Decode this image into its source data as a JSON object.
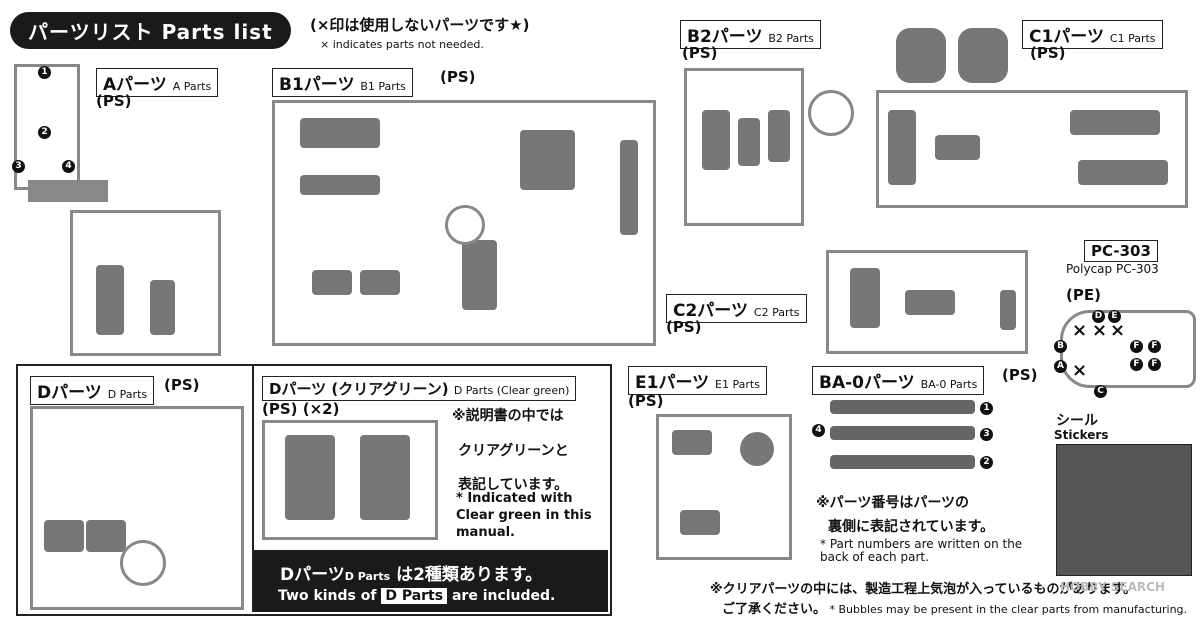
{
  "header": {
    "title": "パーツリスト Parts list",
    "note_jp": "(×印は使用しないパーツです★)",
    "note_en": "× indicates parts not needed."
  },
  "sections": {
    "a": {
      "label": "Aパーツ",
      "sub": "A Parts",
      "material": "(PS)"
    },
    "b1": {
      "label": "B1パーツ",
      "sub": "B1 Parts",
      "material": "(PS)"
    },
    "b2": {
      "label": "B2パーツ",
      "sub": "B2 Parts",
      "material": "(PS)"
    },
    "c1": {
      "label": "C1パーツ",
      "sub": "C1 Parts",
      "material": "(PS)"
    },
    "c2": {
      "label": "C2パーツ",
      "sub": "C2 Parts",
      "material": "(PS)"
    },
    "pc": {
      "label": "PC-303",
      "sub": "Polycap PC-303",
      "material": "(PE)"
    },
    "d": {
      "label": "Dパーツ",
      "sub": "D Parts",
      "material": "(PS)"
    },
    "dclear": {
      "label": "Dパーツ (クリアグリーン)",
      "sub": "D Parts (Clear green)",
      "material": "(PS)",
      "qty": "(×2)"
    },
    "e1": {
      "label": "E1パーツ",
      "sub": "E1 Parts",
      "material": "(PS)"
    },
    "ba0": {
      "label": "BA-0パーツ",
      "sub": "BA-0 Parts",
      "material": "(PS)"
    },
    "stickers": {
      "label": "シール",
      "sub": "Stickers"
    }
  },
  "notes": {
    "clear_jp1": "※説明書の中では",
    "clear_jp2": "クリアグリーンと",
    "clear_jp3": "表記しています。",
    "clear_en": "* Indicated with Clear green in this manual.",
    "dkinds_jp_a": "Dパーツ",
    "dkinds_jp_sub": "D Parts",
    "dkinds_jp_b": "は2種類あります。",
    "dkinds_en_a": "Two kinds of",
    "dkinds_en_box": "D Parts",
    "dkinds_en_b": "are included.",
    "partnum_jp1": "※パーツ番号はパーツの",
    "partnum_jp2": "裏側に表記されています。",
    "partnum_en": "* Part numbers are written on the back of each part.",
    "bubble_jp1": "※クリアパーツの中には、製造工程上気泡が入っているものがあります。",
    "bubble_jp2": "ご了承ください。",
    "bubble_en": "* Bubbles may be present in the clear parts from manufacturing.",
    "watermark": "HOBBY SEARCH"
  },
  "polycap": {
    "letters": [
      "D",
      "E",
      "B",
      "A",
      "C",
      "F",
      "F",
      "F",
      "F"
    ]
  }
}
